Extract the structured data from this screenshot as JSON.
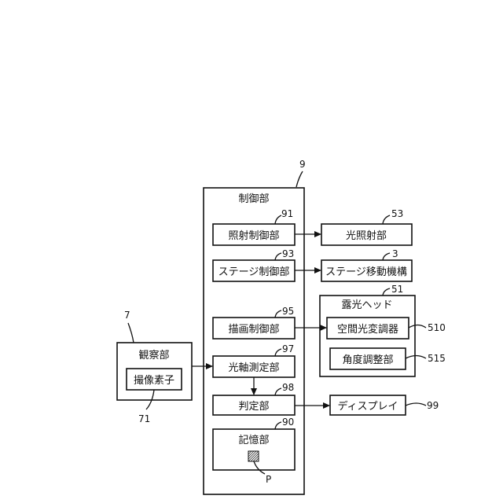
{
  "diagram": {
    "control_unit": {
      "ref": "9",
      "label": "制御部"
    },
    "irradiation_control": {
      "ref": "91",
      "label": "照射制御部"
    },
    "stage_control": {
      "ref": "93",
      "label": "ステージ制御部"
    },
    "drawing_control": {
      "ref": "95",
      "label": "描画制御部"
    },
    "optical_axis_measurement": {
      "ref": "97",
      "label": "光軸測定部"
    },
    "determination": {
      "ref": "98",
      "label": "判定部"
    },
    "storage": {
      "ref": "90",
      "label": "記憶部",
      "data_ref": "P"
    },
    "light_irradiation": {
      "ref": "53",
      "label": "光照射部"
    },
    "stage_moving_mechanism": {
      "ref": "3",
      "label": "ステージ移動機構"
    },
    "exposure_head": {
      "ref": "51",
      "label": "露光ヘッド"
    },
    "spatial_light_modulator": {
      "ref": "510",
      "label": "空間光変調器"
    },
    "angle_adjustment": {
      "ref": "515",
      "label": "角度調整部"
    },
    "display": {
      "ref": "99",
      "label": "ディスプレイ"
    },
    "observation_unit": {
      "ref": "7",
      "label": "観察部"
    },
    "image_sensor": {
      "ref": "71",
      "label": "撮像素子"
    }
  }
}
